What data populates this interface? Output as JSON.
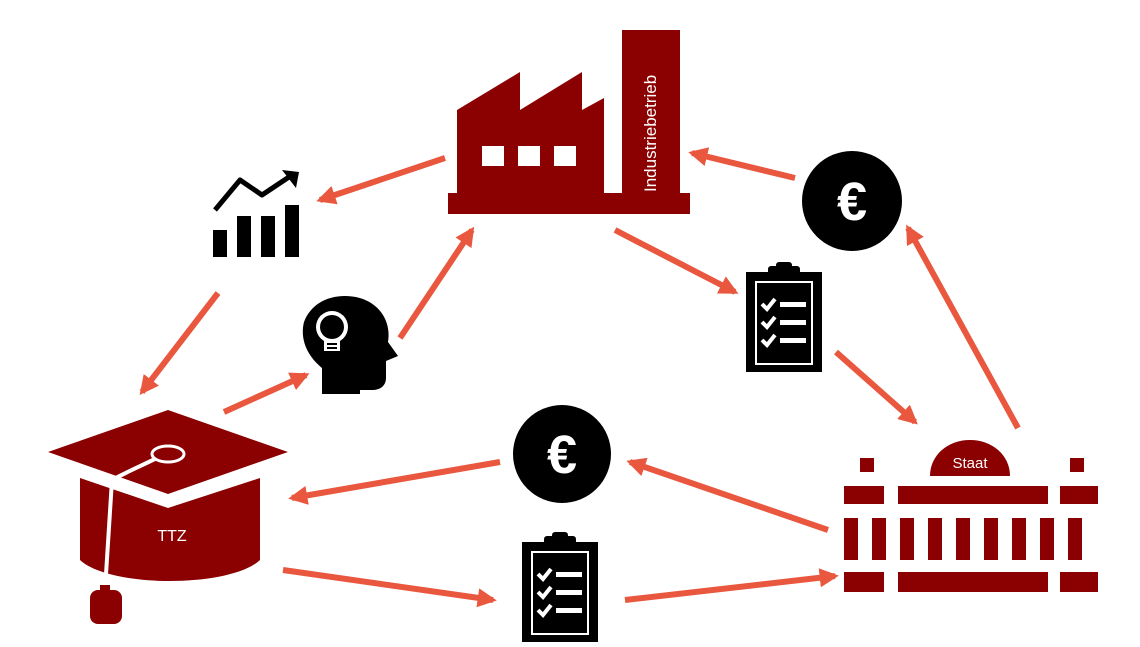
{
  "labels": {
    "factory": "Industriebetrieb",
    "university": "TTZ",
    "government": "Staat"
  },
  "symbols": {
    "euro": "€"
  },
  "icons": {
    "factory": "factory-icon",
    "growth_chart": "growth-chart-icon",
    "idea_head": "idea-head-icon",
    "graduation_cap": "graduation-cap-icon",
    "clipboard": "clipboard-checklist-icon",
    "euro_coin": "euro-coin-icon",
    "government_building": "government-building-icon"
  },
  "colors": {
    "primary_dark_red": "#8b0000",
    "arrow_red": "#e9573f",
    "icon_black": "#000000",
    "background": "#ffffff"
  }
}
